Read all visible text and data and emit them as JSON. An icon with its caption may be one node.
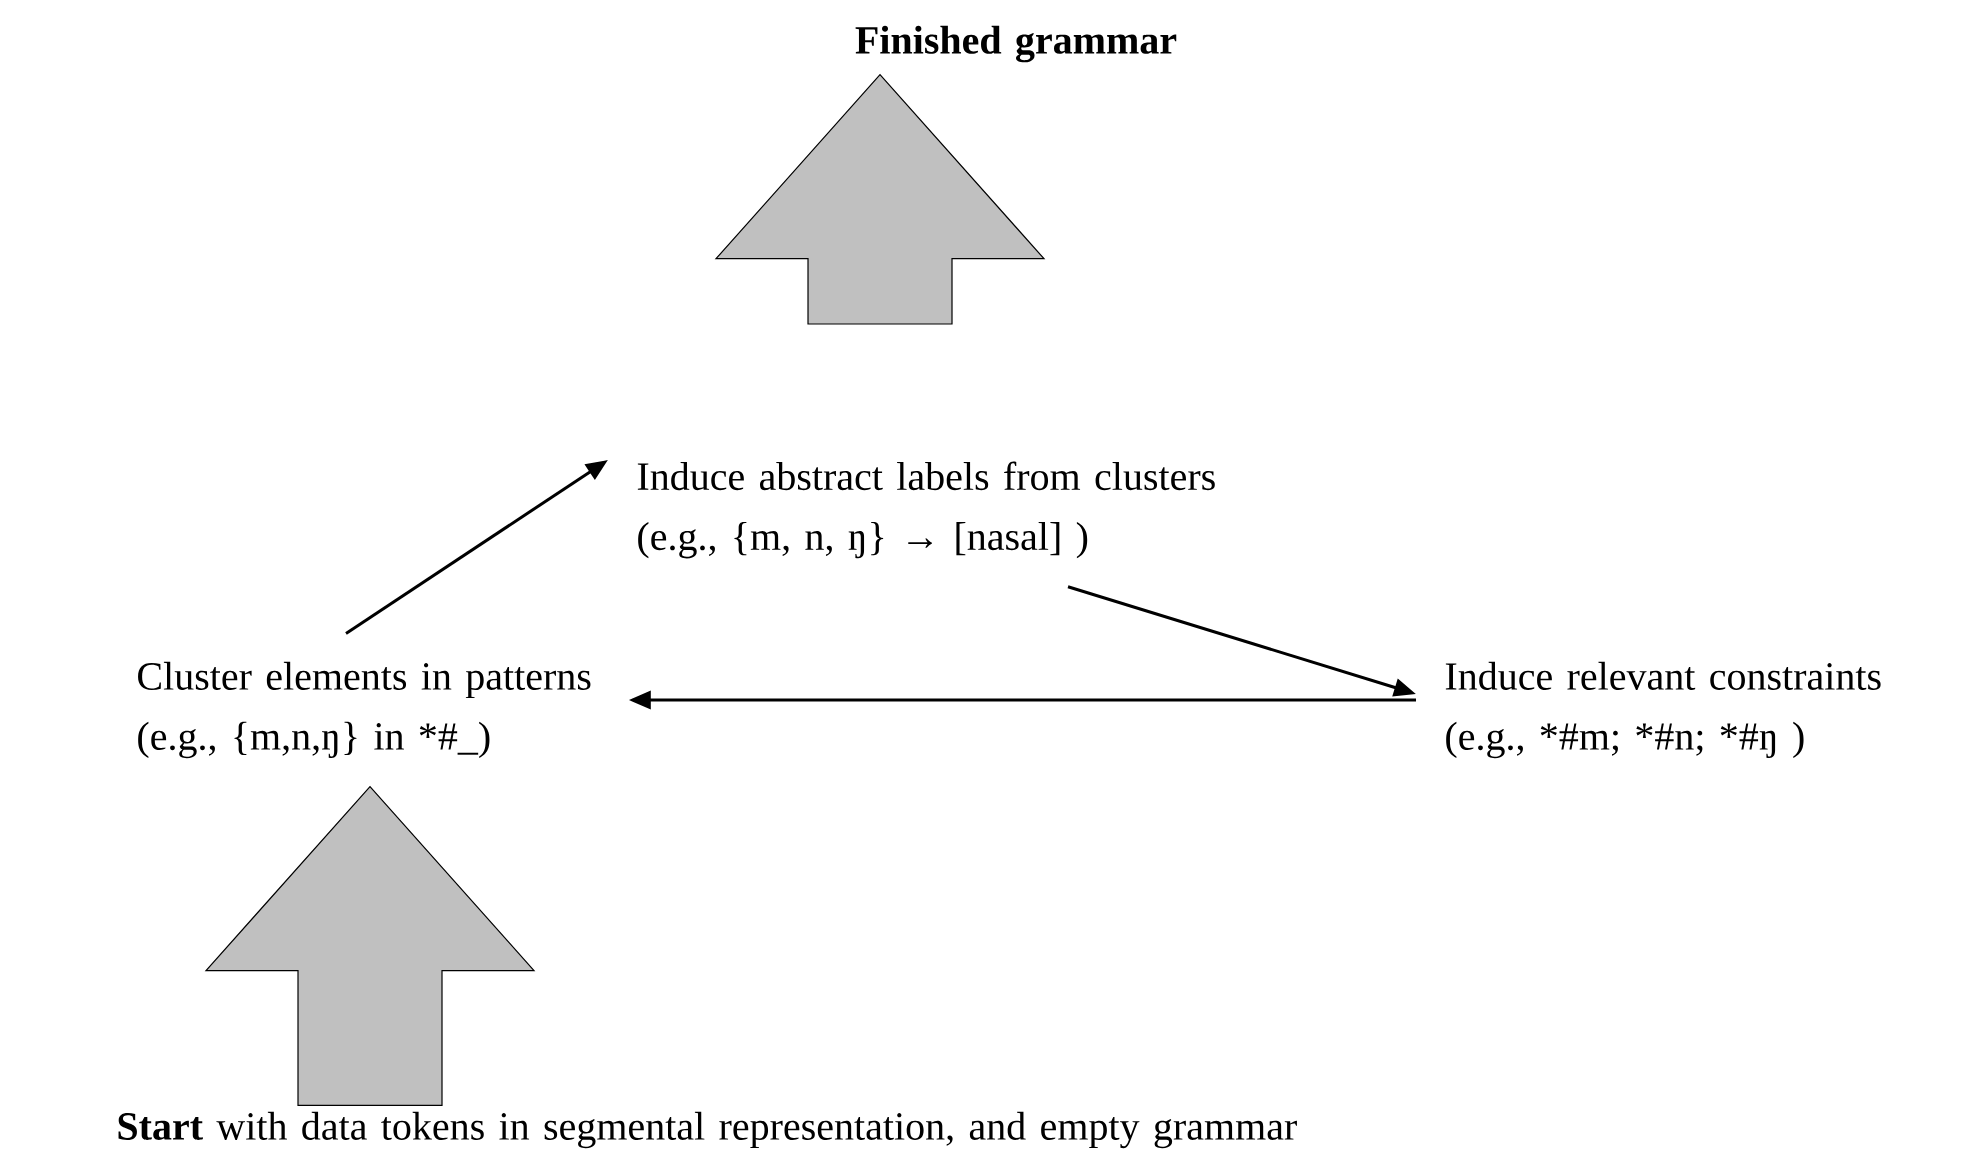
{
  "diagram": {
    "nodes": [
      {
        "text": [
          "Finished grammar"
        ]
      },
      {
        "text": [
          "Induce abstract labels from clusters",
          "(e.g., {m, n,  ŋ} → [nasal] )"
        ]
      },
      {
        "text": [
          "Induce relevant constraints",
          "(e.g., *#m; *#n; *#ŋ )"
        ]
      },
      {
        "text": [
          "Cluster elements in patterns",
          "(e.g., {m,n,ŋ} in *#_)"
        ]
      },
      {
        "text": [
          "**Start** with data tokens in segmental representation, and empty grammar"
        ]
      }
    ],
    "edges": [
      {
        "from": 3,
        "to": 1,
        "arrow": "to"
      },
      {
        "from": 1,
        "to": 2,
        "arrow": "to"
      },
      {
        "from": 2,
        "to": 3,
        "arrow": "to"
      },
      {
        "from": 4,
        "to": 3,
        "arrow": "to",
        "style": "thick",
        "color": "#c0c0c0"
      },
      {
        "from": null,
        "to": 0,
        "arrow": "to",
        "style": "thick",
        "color": "#c0c0c0"
      }
    ]
  }
}
